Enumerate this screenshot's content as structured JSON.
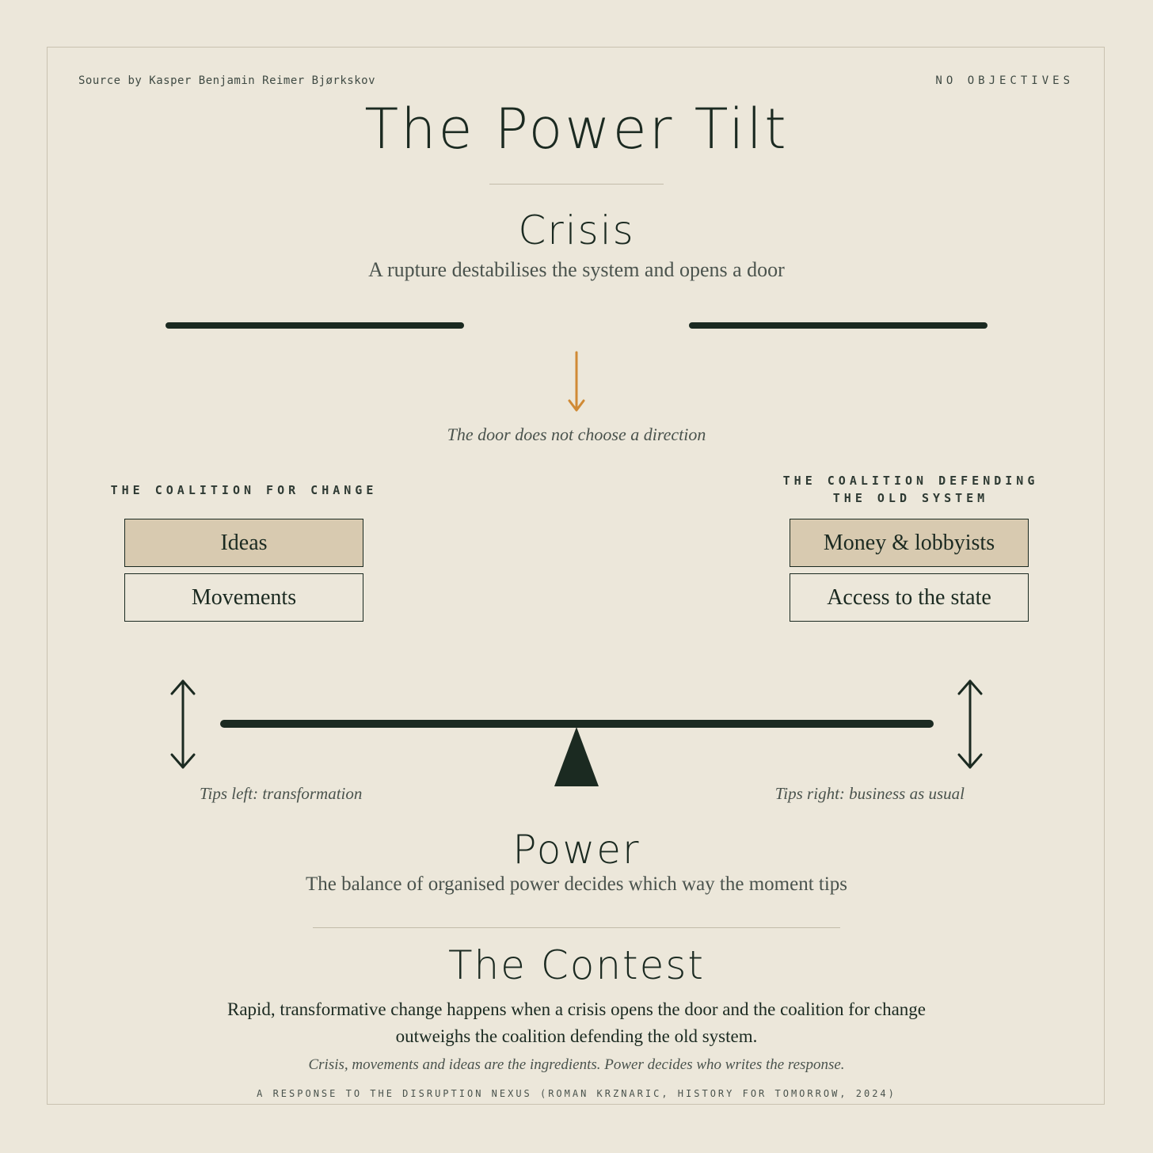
{
  "header": {
    "source": "Source by Kasper Benjamin Reimer Bjørkskov",
    "tag": "NO OBJECTIVES"
  },
  "title": "The Power Tilt",
  "crisis": {
    "heading": "Crisis",
    "subtitle": "A rupture destabilises the system and opens a door",
    "door_caption": "The door does not choose a direction"
  },
  "left_coalition": {
    "label": "THE COALITION FOR CHANGE",
    "items": [
      "Ideas",
      "Movements"
    ]
  },
  "right_coalition": {
    "label_line1": "THE COALITION DEFENDING",
    "label_line2": "THE OLD SYSTEM",
    "items": [
      "Money & lobbyists",
      "Access to the state"
    ]
  },
  "balance": {
    "tips_left": "Tips left: transformation",
    "tips_right": "Tips right: business as usual"
  },
  "power": {
    "heading": "Power",
    "subtitle": "The balance of organised power decides which way the moment tips"
  },
  "contest": {
    "heading": "The Contest",
    "text_line1": "Rapid, transformative change happens when a crisis opens the door and the coalition for change",
    "text_line2": "outweighs the coalition defending the old system.",
    "note": "Crisis, movements and ideas are the ingredients. Power decides who writes the response.",
    "footer": "A RESPONSE TO THE DISRUPTION NEXUS (ROMAN KRZNARIC, HISTORY FOR TOMORROW, 2024)"
  },
  "colors": {
    "background": "#ECE7DA",
    "ink": "#1B2A21",
    "accent_arrow": "#D08A35",
    "box_fill": "#D8CAB0"
  }
}
